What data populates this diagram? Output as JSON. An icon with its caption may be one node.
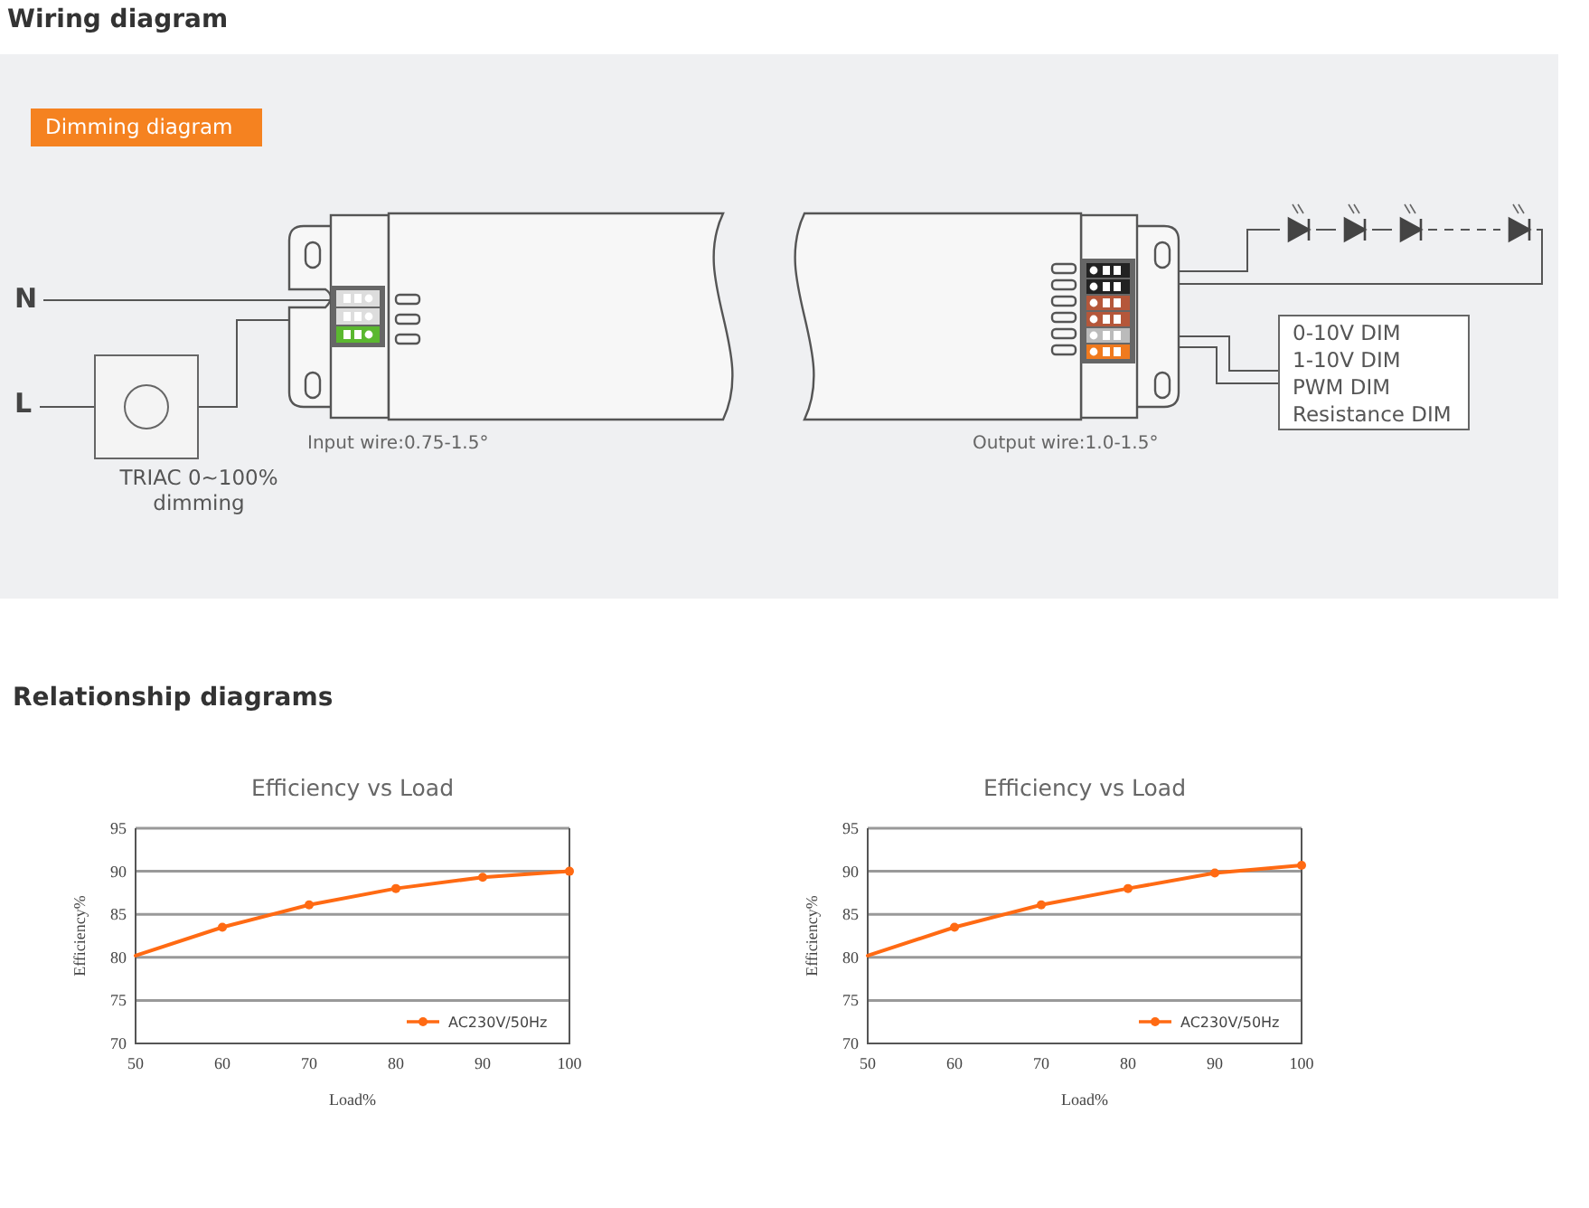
{
  "diagram": {
    "title": "Wiring diagram",
    "nodes": [
      {
        "text": [
          "Dimming diagram"
        ]
      },
      {
        "text": [
          "N"
        ]
      },
      {
        "text": [
          "L"
        ]
      },
      {
        "text": [],
        "shape": "box",
        "beside": [
          "TRIAC 0~100% dimming"
        ]
      },
      {
        "text": [],
        "shape": "box",
        "beside": [
          "Input wire:0.75-1.5°",
          "Output wire:1.0-1.5°"
        ]
      },
      {
        "text": [],
        "shape": "box",
        "in": 4
      },
      {
        "text": [],
        "shape": "box",
        "in": 4
      },
      {
        "text": [],
        "shape": "diode"
      },
      {
        "text": [],
        "shape": "diode"
      },
      {
        "text": [],
        "shape": "diode"
      },
      {
        "text": [],
        "shape": "diode"
      },
      {
        "text": [
          "0-10V DIM",
          "1-10V DIM",
          "PWM DIM",
          "Resistance DIM"
        ]
      }
    ],
    "edges": [
      {
        "from": 1,
        "to": 5,
        "arrow": "none"
      },
      {
        "from": 2,
        "to": 3,
        "arrow": "none"
      },
      {
        "from": 3,
        "to": 5,
        "arrow": "none"
      },
      {
        "from": 6,
        "to": 7,
        "arrow": "none"
      },
      {
        "from": 7,
        "to": 8,
        "arrow": "none"
      },
      {
        "from": 8,
        "to": 9,
        "arrow": "none"
      },
      {
        "from": 9,
        "to": 10,
        "arrow": "none",
        "style": "dashed"
      },
      {
        "from": 10,
        "to": 6,
        "arrow": "none"
      },
      {
        "from": 6,
        "to": 11,
        "arrow": "none"
      },
      {
        "from": 6,
        "to": 11,
        "arrow": "none"
      }
    ],
    "labels": [
      "Relationship diagrams"
    ],
    "chart_data": [
      {
        "type": "line",
        "title": "Efficiency vs Load",
        "xlabel": "Load%",
        "ylabel": "Efficiency%",
        "x": [
          50,
          60,
          70,
          80,
          90,
          100
        ],
        "series": [
          {
            "name": "AC230V/50Hz",
            "color": "#ff6a13",
            "marker": "circle",
            "values": [
              80.2,
              83.5,
              86.1,
              88,
              89.3,
              90
            ]
          }
        ],
        "grid": true,
        "xlim": [
          50,
          100
        ],
        "ylim": [
          70,
          95
        ],
        "xticks": [
          50,
          60,
          70,
          80,
          90,
          100
        ],
        "yticks": [
          70,
          75,
          80,
          85,
          90,
          95
        ]
      },
      {
        "type": "line",
        "title": "Efficiency vs Load",
        "xlabel": "Load%",
        "ylabel": "Efficiency%",
        "x": [
          50,
          60,
          70,
          80,
          90,
          100
        ],
        "series": [
          {
            "name": "AC230V/50Hz",
            "color": "#ff6a13",
            "marker": "circle",
            "values": [
              80.2,
              83.5,
              86.1,
              88,
              89.8,
              90.7
            ]
          }
        ],
        "grid": true,
        "xlim": [
          50,
          100
        ],
        "ylim": [
          70,
          95
        ],
        "xticks": [
          50,
          60,
          70,
          80,
          90,
          100
        ],
        "yticks": [
          70,
          75,
          80,
          85,
          90,
          95
        ]
      }
    ]
  }
}
